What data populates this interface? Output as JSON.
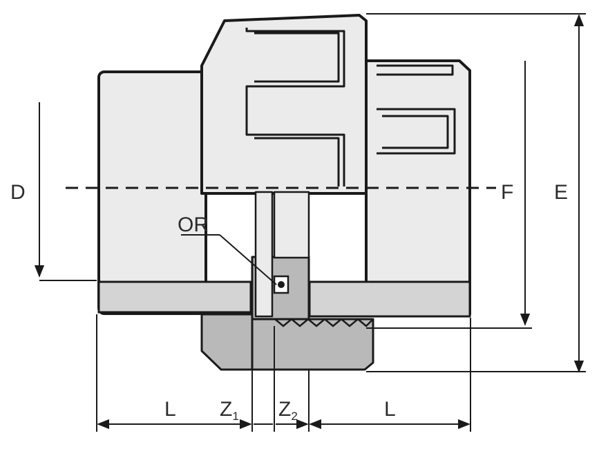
{
  "diagram": {
    "labels": {
      "D": "D",
      "F": "F",
      "E": "E",
      "OR": "OR",
      "L_left": "L",
      "Z1_main": "Z",
      "Z1_sub": "1",
      "Z2_main": "Z",
      "Z2_sub": "2",
      "L_right": "L"
    }
  }
}
